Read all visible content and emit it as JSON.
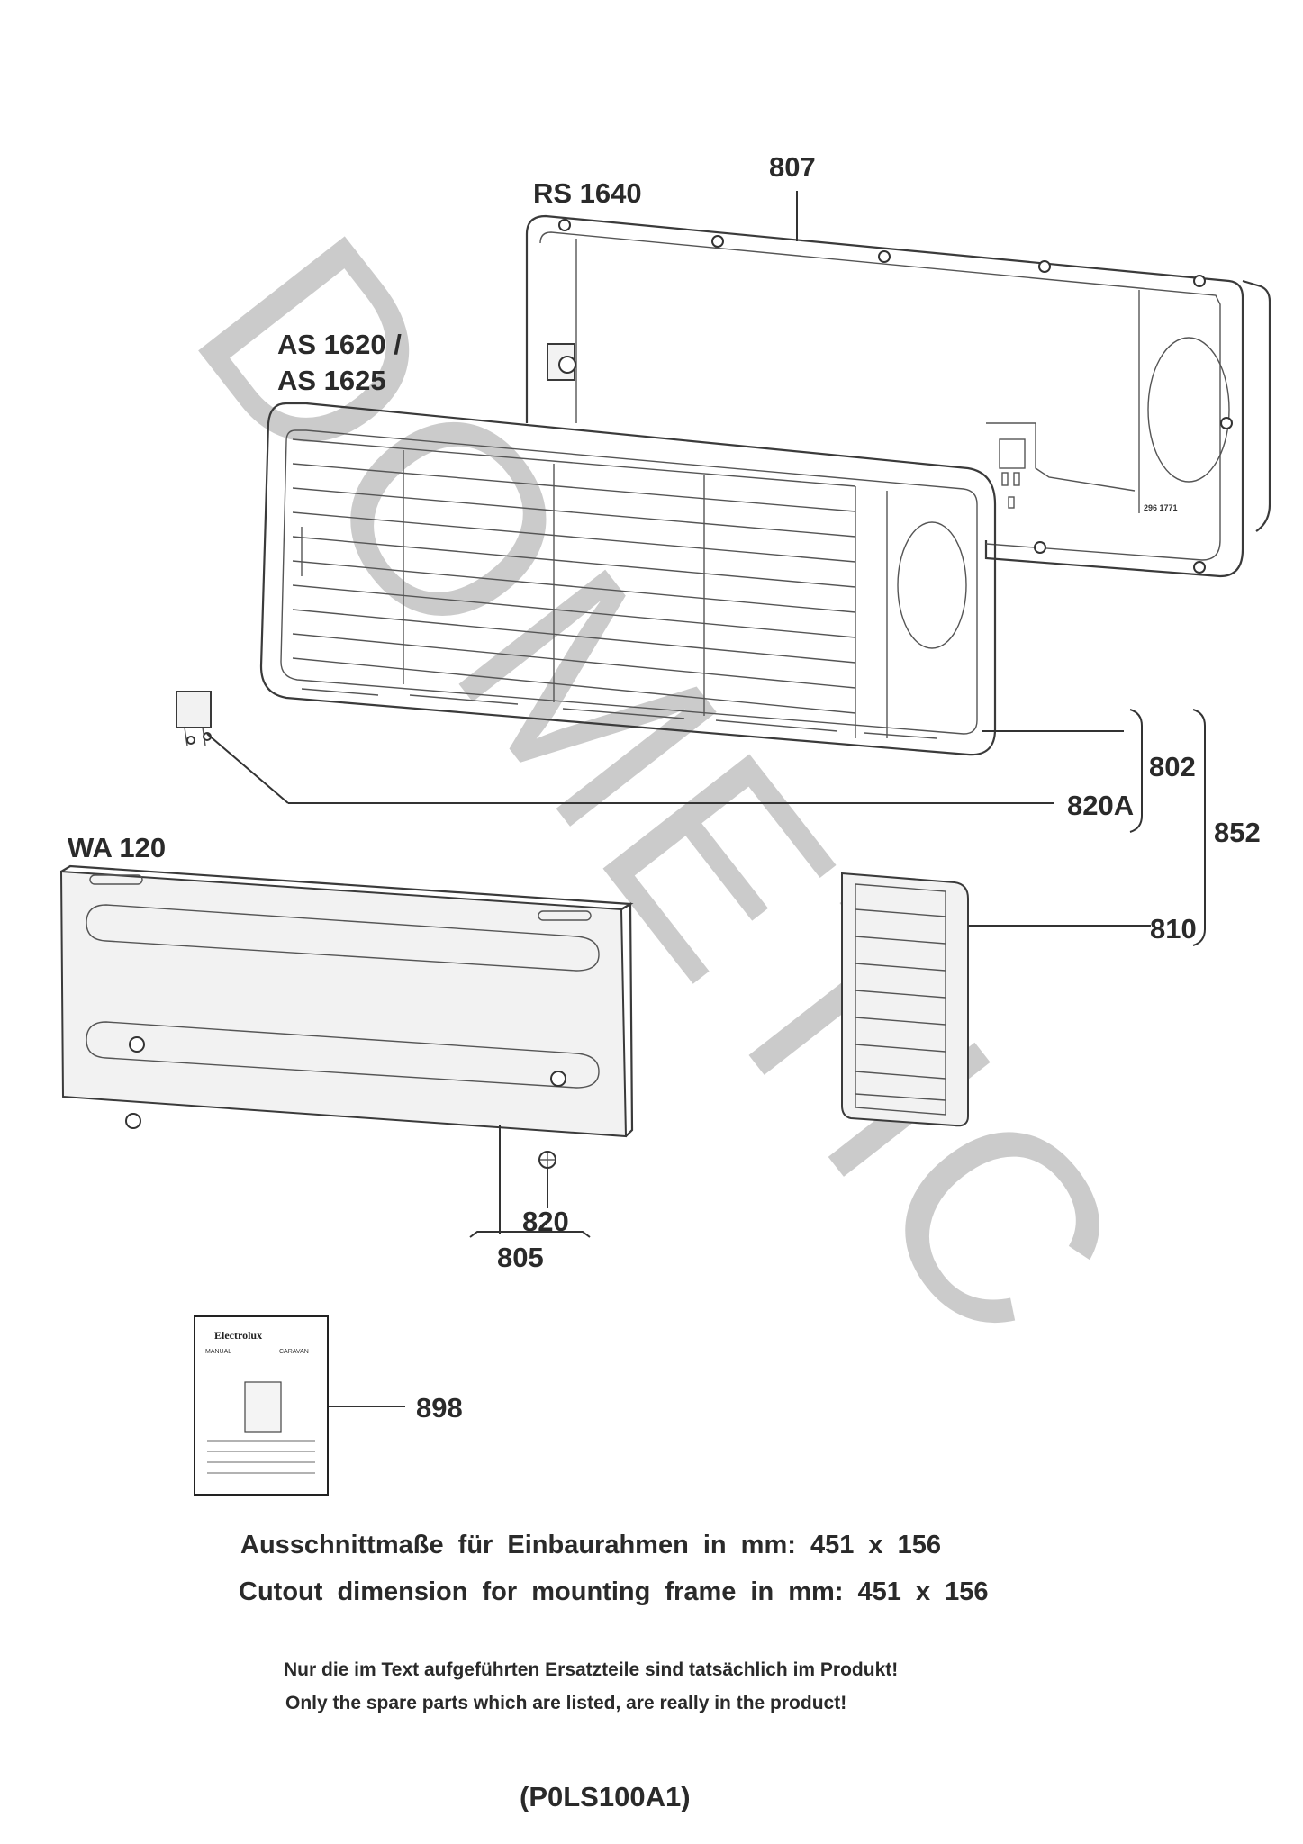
{
  "labels": {
    "rs_1640": "RS 1640",
    "as_line1": "AS 1620 /",
    "as_line2": "AS 1625",
    "wa_120": "WA 120",
    "p807": "807",
    "p802": "802",
    "p820A": "820A",
    "p852": "852",
    "p810": "810",
    "p820": "820",
    "p805": "805",
    "p898": "898"
  },
  "manual_cover": {
    "brand": "Electrolux",
    "left_caption": "MANUAL",
    "right_caption": "CARAVAN"
  },
  "frame_marking": {
    "code": "296 1771"
  },
  "watermark": "DOMETIC",
  "dimensions": {
    "german": "Ausschnittmaße für Einbaurahmen in mm: 451 x 156",
    "english": "Cutout dimension for mounting frame in mm: 451 x 156"
  },
  "notes": {
    "german": "Nur die im Text aufgeführten Ersatzteile sind tatsächlich im Produkt!",
    "english": "Only the spare parts which are listed, are really in the product!"
  },
  "document_code": "(P0LS100A1)",
  "colors": {
    "watermark": "#c2c2c2",
    "lines": "#333333"
  }
}
